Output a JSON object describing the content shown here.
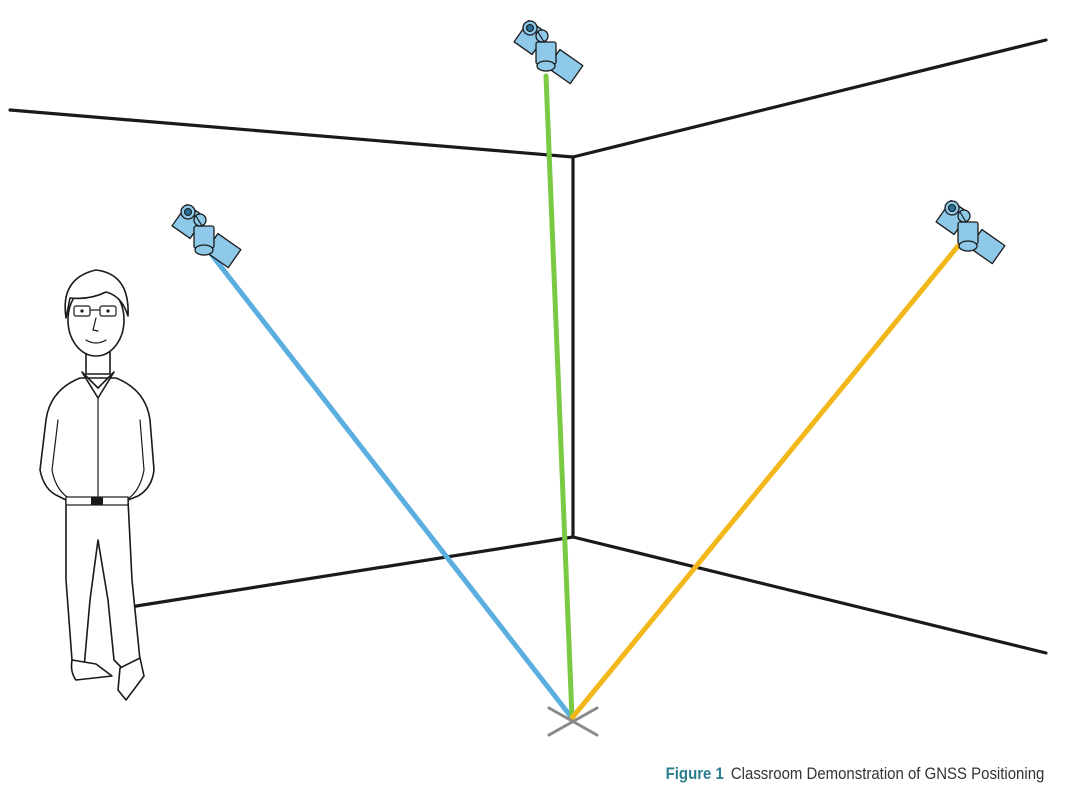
{
  "caption": {
    "label": "Figure 1",
    "text": "Classroom Demonstration of GNSS Positioning"
  },
  "colors": {
    "signal_left": "#5aaee0",
    "signal_center": "#7ac943",
    "signal_right": "#f2b81b",
    "satellite": "#8ec9ea",
    "caption_label": "#2a7d8f"
  },
  "icons": [
    "satellite-icon",
    "person-figure",
    "receiver-cross-mark"
  ]
}
